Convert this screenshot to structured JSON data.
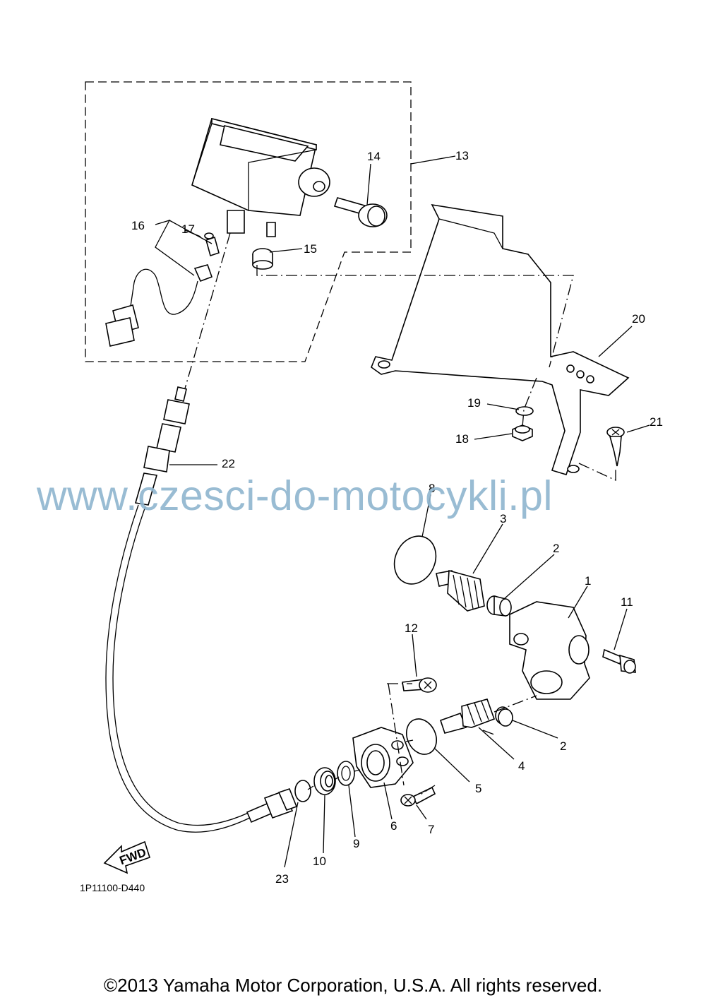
{
  "watermark": "www.czesci-do-motocykli.pl",
  "diagram_code": "1P11100-D440",
  "copyright": "©2013 Yamaha Motor Corporation, U.S.A. All rights reserved.",
  "fwd_label": "FWD",
  "callouts": {
    "c1": "1",
    "c2a": "2",
    "c2b": "2",
    "c3": "3",
    "c4": "4",
    "c5": "5",
    "c6": "6",
    "c7": "7",
    "c8": "8",
    "c9": "9",
    "c10": "10",
    "c11": "11",
    "c12": "12",
    "c13": "13",
    "c14": "14",
    "c15": "15",
    "c16": "16",
    "c17": "17",
    "c18": "18",
    "c19": "19",
    "c20": "20",
    "c21": "21",
    "c22": "22",
    "c23": "23"
  }
}
